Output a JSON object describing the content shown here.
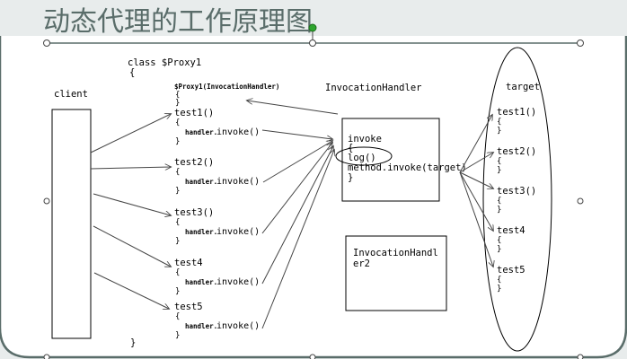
{
  "slide": {
    "title": "动态代理的工作原理图",
    "colors": {
      "background": "#e8ecec",
      "panel": "#ffffff",
      "frame": "#5a6d6a",
      "title_text": "#5a6d6a",
      "handle_green": "#2ea52e"
    }
  },
  "client": {
    "label": "client"
  },
  "proxy": {
    "header": "class $Proxy1",
    "open_brace": "{",
    "close_brace": "}",
    "constructor_sig": "$Proxy1(InvocationHandler)",
    "constructor_open": "{",
    "constructor_close": "}",
    "methods": [
      {
        "name": "test1()",
        "open": "{",
        "call_obj": "handler.",
        "call_fn": "invoke()",
        "close": "}"
      },
      {
        "name": "test2()",
        "open": "{",
        "call_obj": "handler.",
        "call_fn": "invoke()",
        "close": "}"
      },
      {
        "name": "test3()",
        "open": "{",
        "call_obj": "handler.",
        "call_fn": "invoke()",
        "close": "}"
      },
      {
        "name": "test4",
        "open": "{",
        "call_obj": "handler.",
        "call_fn": "invoke()",
        "close": "}"
      },
      {
        "name": "test5",
        "open": "{",
        "call_obj": "handler.",
        "call_fn": "invoke()",
        "close": "}"
      }
    ]
  },
  "invocation_handler": {
    "label": "InvocationHandler",
    "lines": [
      "invoke",
      "{",
      "log()",
      "method.invoke(target)",
      "}"
    ]
  },
  "invocation_handler2": {
    "lines": [
      "InvocationHandl",
      "er2"
    ]
  },
  "target": {
    "label": "target",
    "methods": [
      {
        "name": "test1()",
        "open": "{",
        "close": "}"
      },
      {
        "name": "test2()",
        "open": "{",
        "close": "}"
      },
      {
        "name": "test3()",
        "open": "{",
        "close": "}"
      },
      {
        "name": "test4",
        "open": "{",
        "close": "}"
      },
      {
        "name": "test5",
        "open": "{",
        "close": "}"
      }
    ]
  }
}
